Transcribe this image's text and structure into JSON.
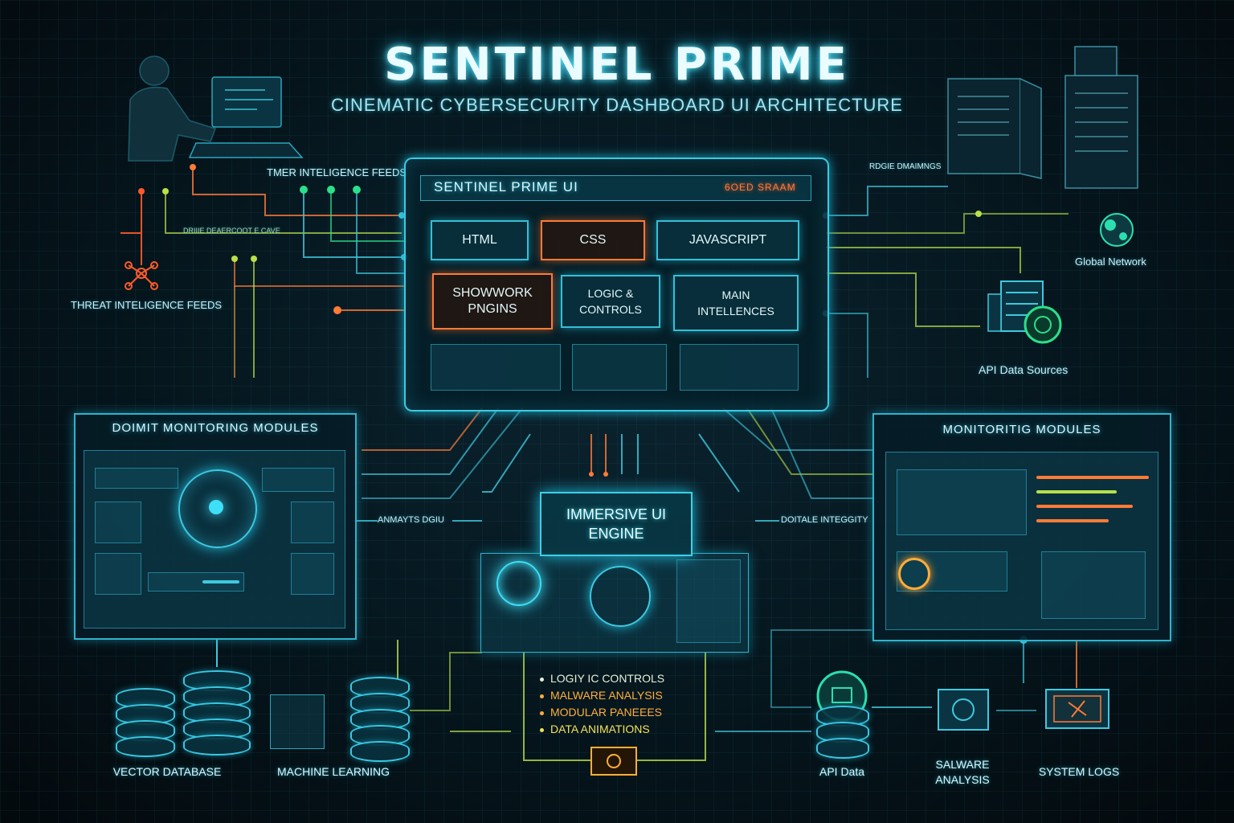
{
  "header": {
    "title": "SENTINEL PRIME",
    "subtitle": "CINEMATIC CYBERSECURITY DASHBOARD UI ARCHITECTURE"
  },
  "core": {
    "title": "SENTINEL PRIME UI",
    "tag": "6OED SRAAM",
    "tiles": {
      "html": "HTML",
      "css": "CSS",
      "js": "JAVASCRIPT",
      "show": "SHOWWORK PNGINS",
      "logic": "LOGIC & CONTROLS",
      "main": "MAIN INTELLENCES"
    }
  },
  "left": {
    "feeds_top": "TMER INTELIGENCE FEEDS",
    "feeds_mid": "DRIIIE DEAERCOOT E CAVE",
    "feeds_main": "THREAT INTELIGENCE FEEDS",
    "panel_title": "DOIMIT MONITORING MODULES",
    "analysts": "ANMAYTS DGIU"
  },
  "right": {
    "top_label": "RDGIE DMAIMNGS",
    "global": "Global Network",
    "api_sources": "API Data Sources",
    "panel_title": "MONITORITIG MODULES",
    "integrity": "DOITALE INTEGGITY"
  },
  "center": {
    "engine": "IMMERSIVE UI ENGINE",
    "features": [
      {
        "text": "LOGIY IC CONTROLS",
        "color": "#e3f1d6"
      },
      {
        "text": "MALWARE ANALYSIS",
        "color": "#ffae3a"
      },
      {
        "text": "MODULAR PANEEES",
        "color": "#ffae3a"
      },
      {
        "text": "DATA ANIMATIONS",
        "color": "#f2e25a"
      }
    ]
  },
  "bottom": {
    "vector_db": "VECTOR DATABASE",
    "ml": "MACHINE LEARNING",
    "api_data": "API Data",
    "salware": "SALWARE ANALYSIS",
    "logs": "SYSTEM LOGS"
  },
  "colors": {
    "cyan": "#3ec9e0",
    "orange": "#ff7b37",
    "lime": "#b9e04a",
    "green": "#2be08a"
  }
}
